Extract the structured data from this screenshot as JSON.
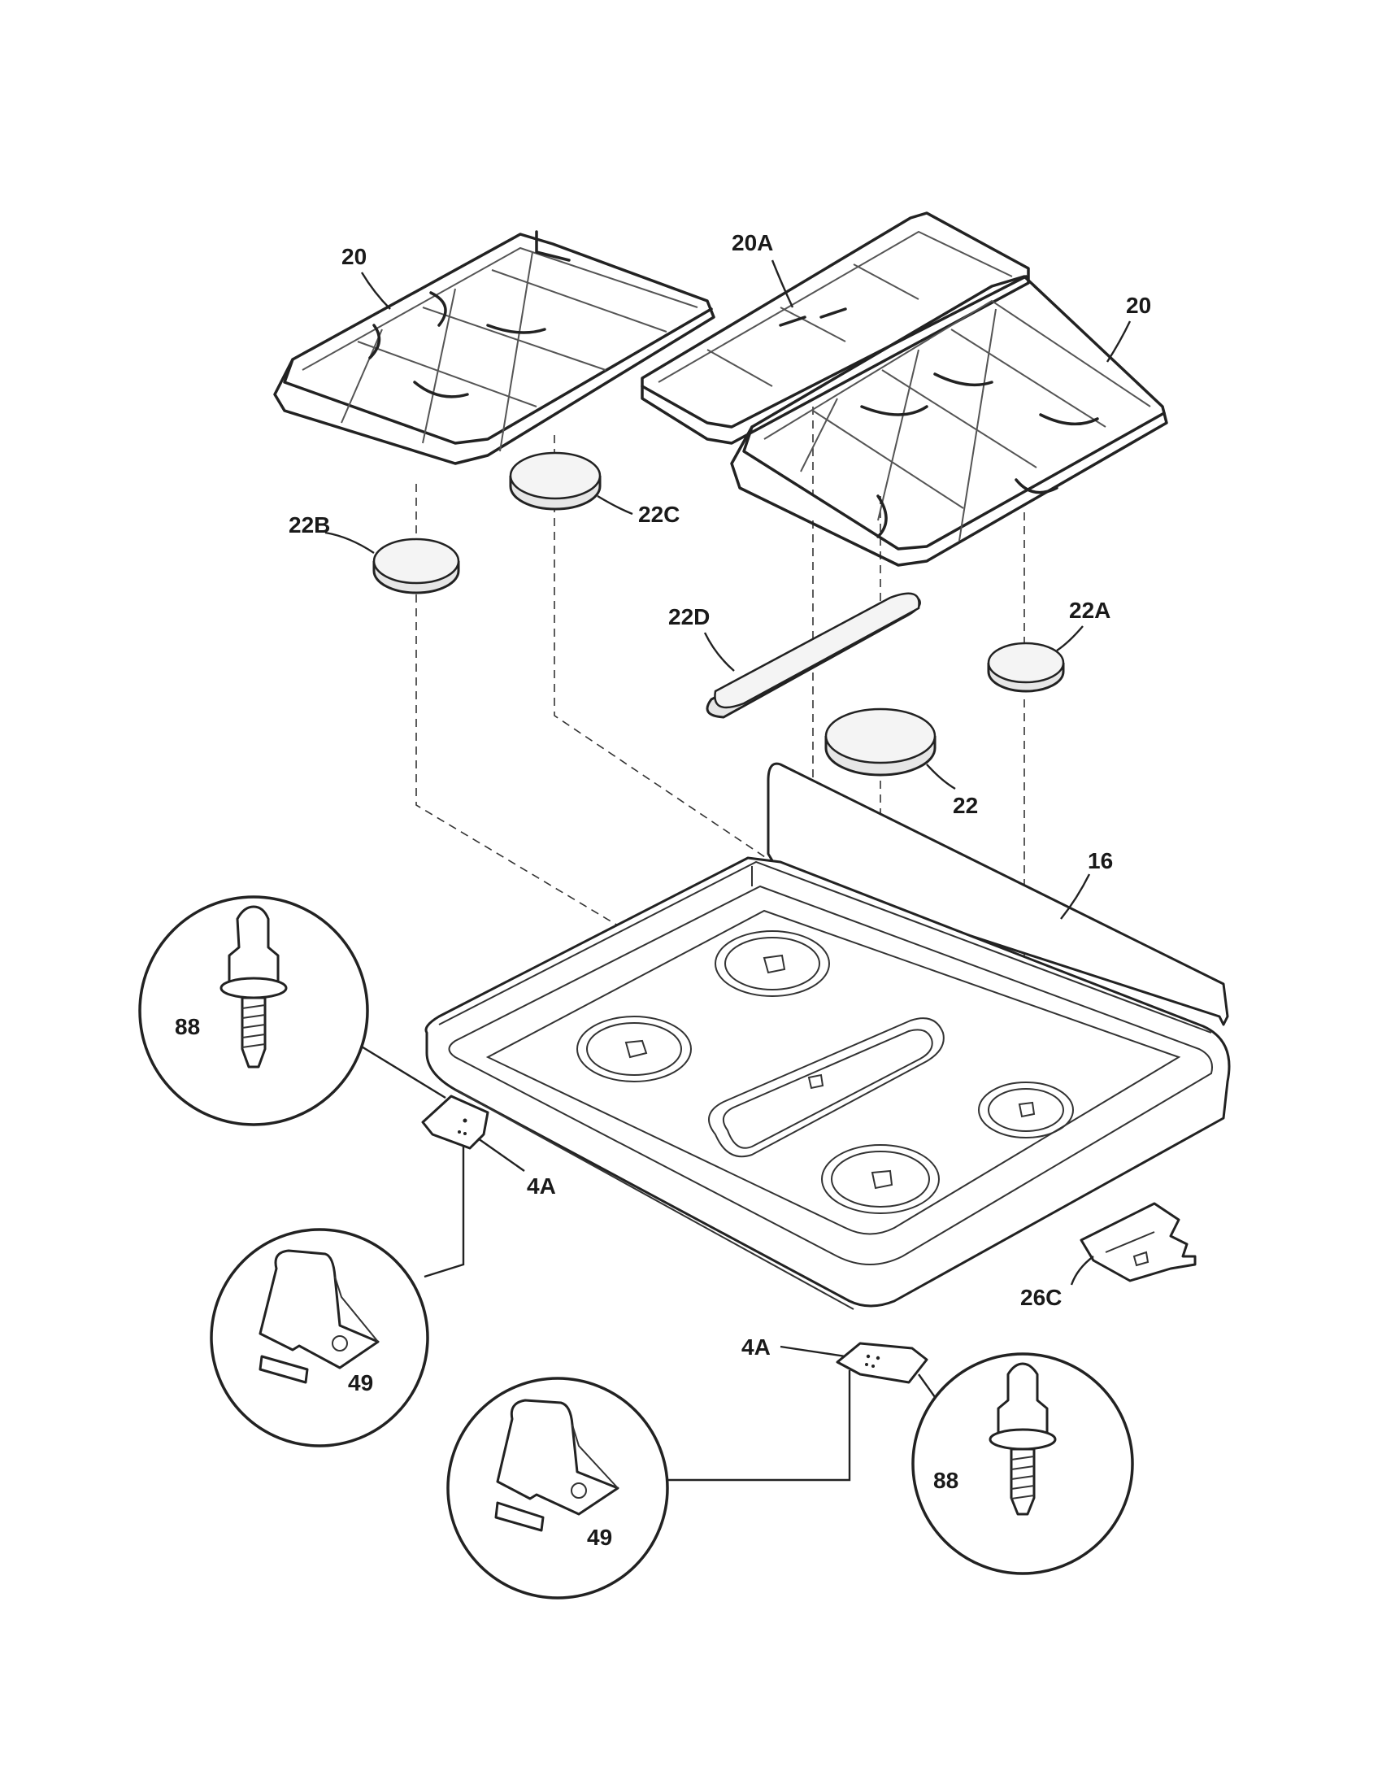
{
  "diagram": {
    "labels": {
      "grate_left": "20",
      "grate_center": "20A",
      "grate_right": "20",
      "cap_22b": "22B",
      "cap_22c": "22C",
      "cap_22d": "22D",
      "cap_22a": "22A",
      "cap_22": "22",
      "cooktop": "16",
      "bracket_left": "4A",
      "bracket_right": "4A",
      "stud_left": "88",
      "stud_right": "88",
      "clip_left": "49",
      "clip_right": "49",
      "rail": "26C"
    }
  }
}
